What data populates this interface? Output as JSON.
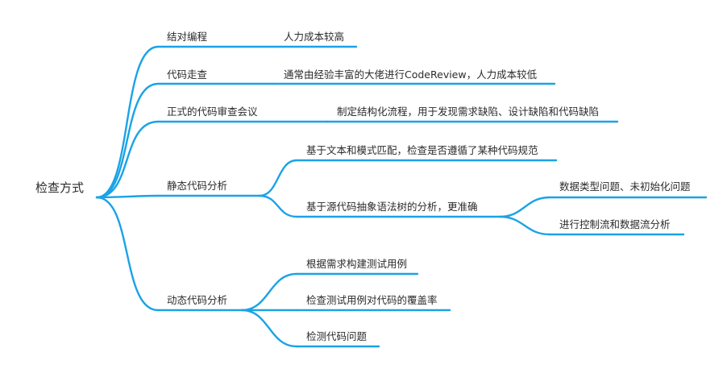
{
  "diagram": {
    "root": {
      "label": "检查方式"
    },
    "nodes": [
      {
        "id": "pair",
        "label": "结对编程",
        "children": [
          {
            "id": "pair-1",
            "label": "人力成本较高"
          }
        ]
      },
      {
        "id": "walk",
        "label": "代码走查",
        "children": [
          {
            "id": "walk-1",
            "label": "通常由经验丰富的大佬进行CodeReview，人力成本较低"
          }
        ]
      },
      {
        "id": "review",
        "label": "正式的代码审查会议",
        "children": [
          {
            "id": "review-1",
            "label": "制定结构化流程，用于发现需求缺陷、设计缺陷和代码缺陷"
          }
        ]
      },
      {
        "id": "static",
        "label": "静态代码分析",
        "children": [
          {
            "id": "static-1",
            "label": "基于文本和模式匹配，检查是否遵循了某种代码规范"
          },
          {
            "id": "static-2",
            "label": "基于源代码抽象语法树的分析，更准确",
            "children": [
              {
                "id": "static-2-1",
                "label": "数据类型问题、未初始化问题"
              },
              {
                "id": "static-2-2",
                "label": "进行控制流和数据流分析"
              }
            ]
          }
        ]
      },
      {
        "id": "dynamic",
        "label": "动态代码分析",
        "children": [
          {
            "id": "dynamic-1",
            "label": "根据需求构建测试用例"
          },
          {
            "id": "dynamic-2",
            "label": "检查测试用例对代码的覆盖率"
          },
          {
            "id": "dynamic-3",
            "label": "检测代码问题"
          }
        ]
      }
    ]
  },
  "colors": {
    "branch": "#1aa3e6",
    "text": "#2b2b2b",
    "background": "#ffffff"
  }
}
